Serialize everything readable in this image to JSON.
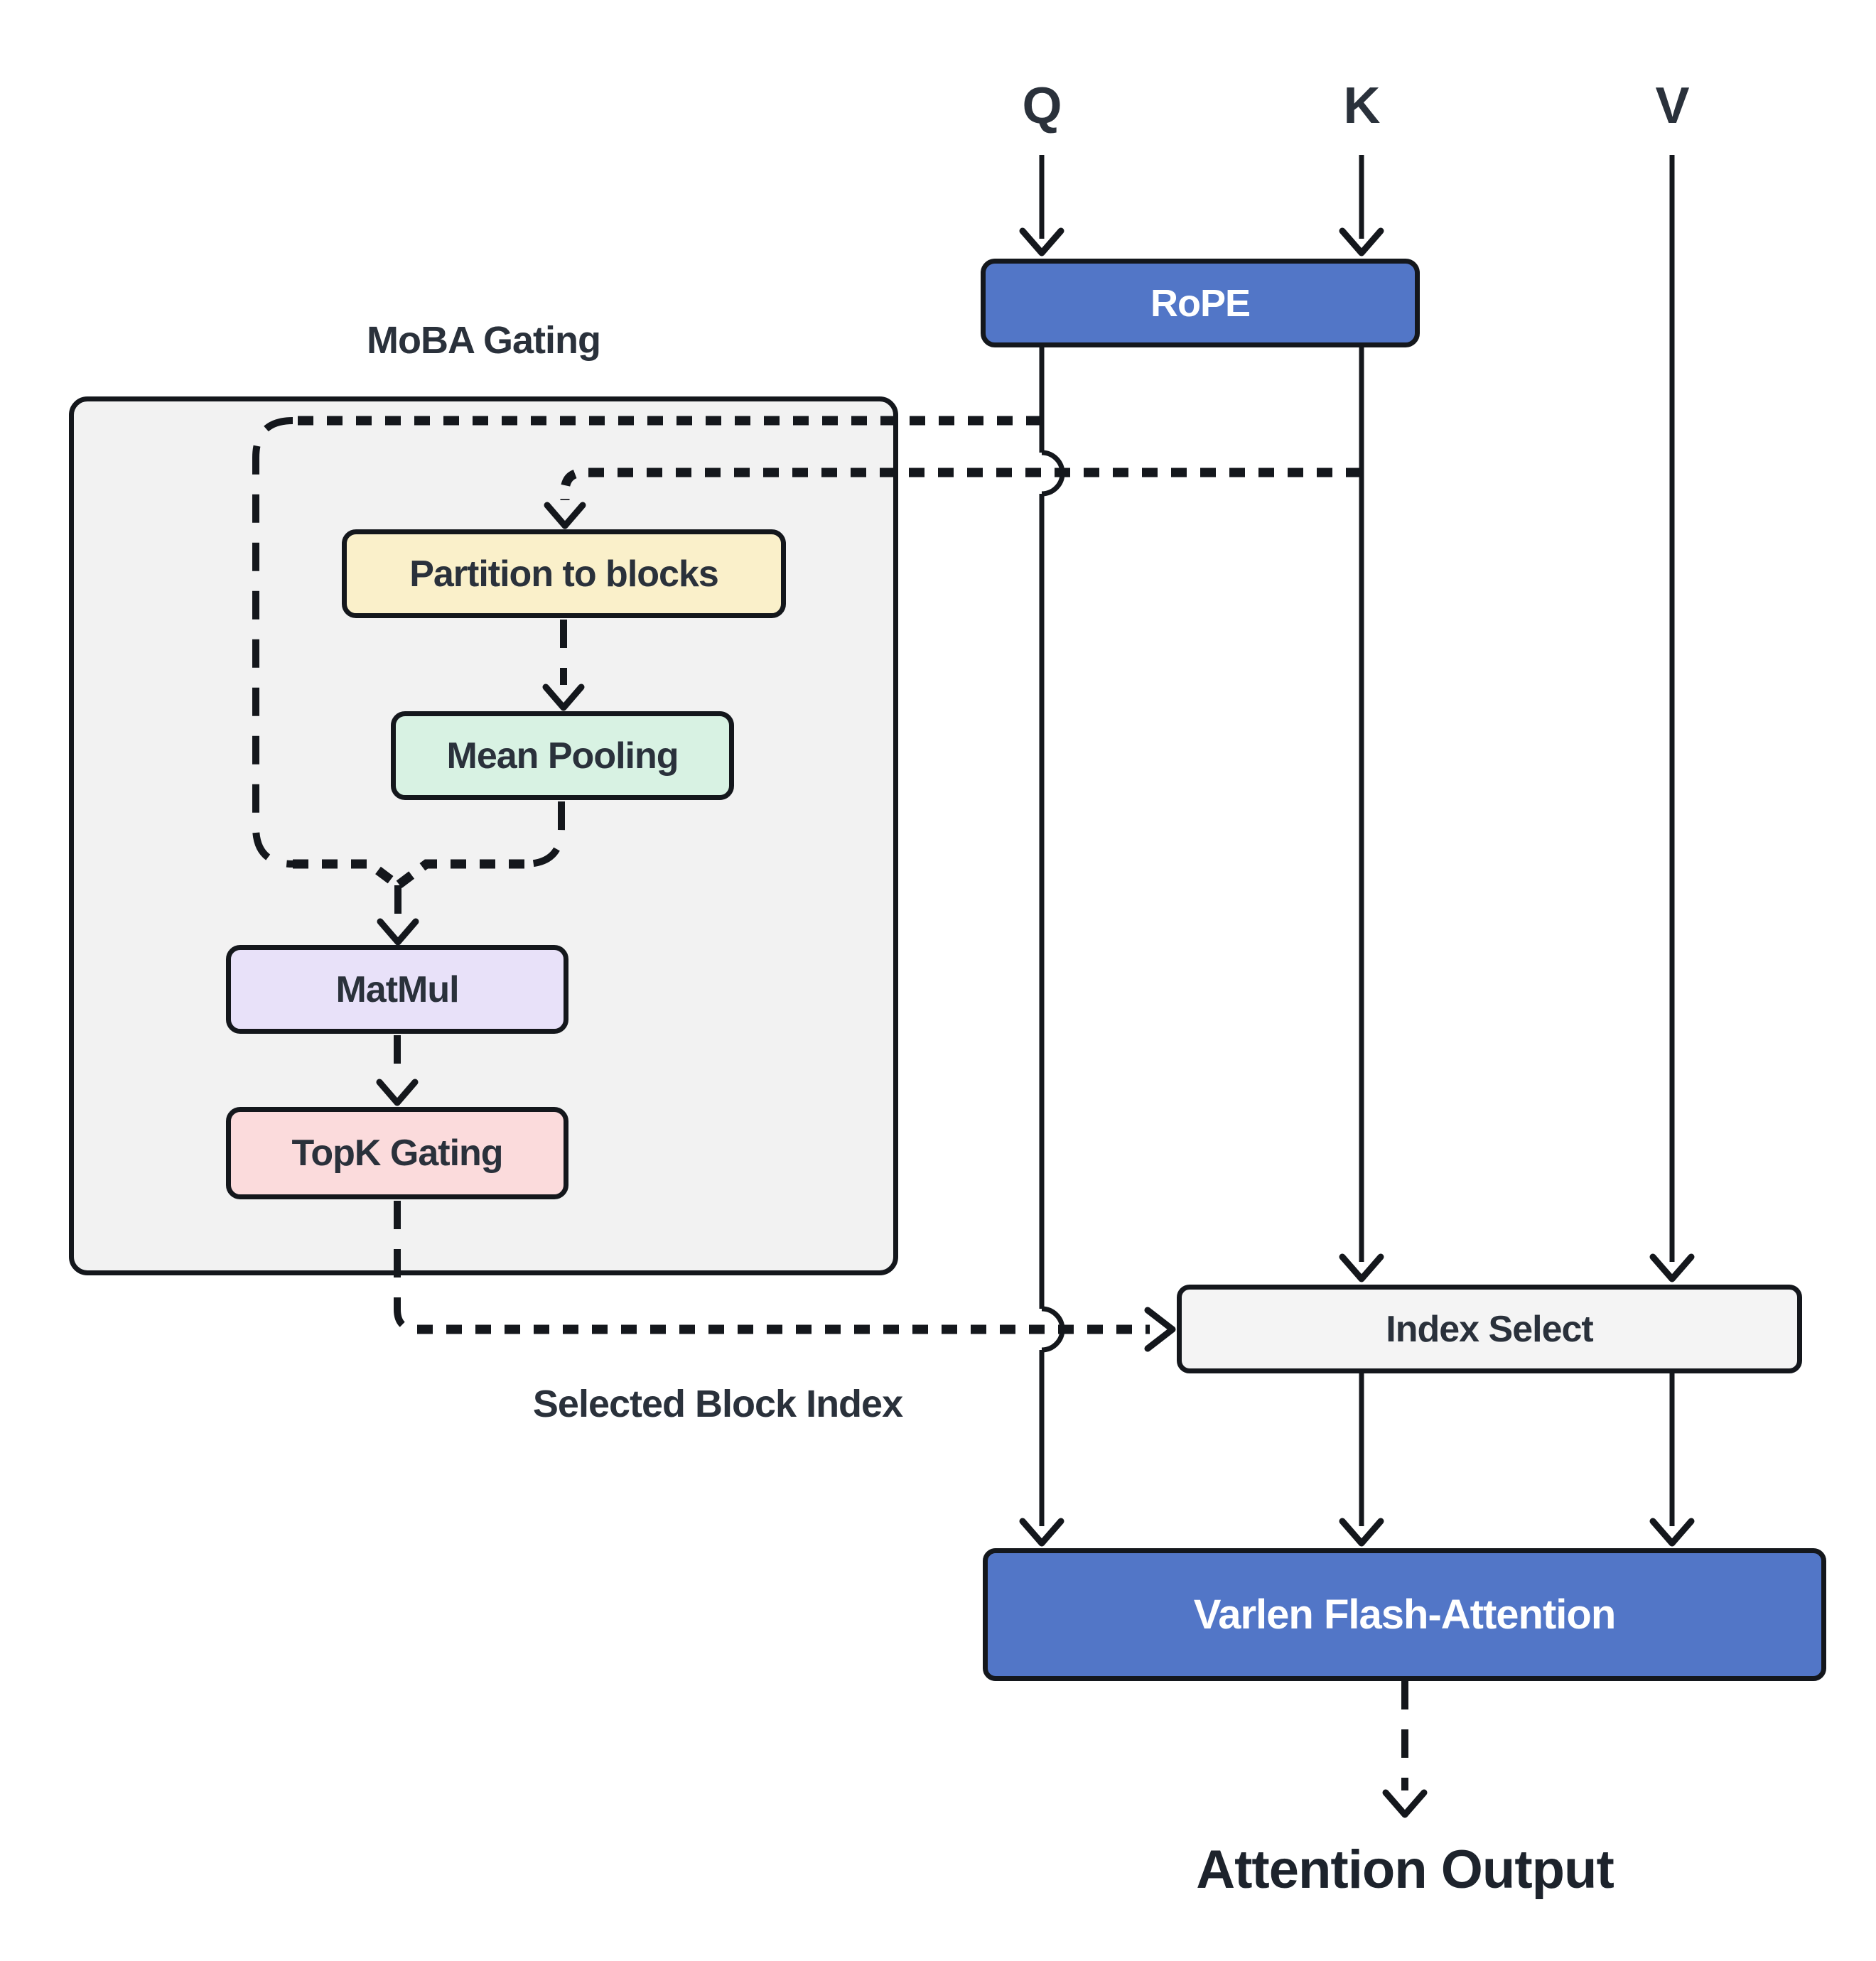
{
  "diagram": {
    "inputs": [
      {
        "id": "q",
        "label": "Q"
      },
      {
        "id": "k",
        "label": "K"
      },
      {
        "id": "v",
        "label": "V"
      }
    ],
    "container": {
      "label": "MoBA Gating"
    },
    "nodes": {
      "rope": {
        "label": "RoPE"
      },
      "partition": {
        "label": "Partition to blocks"
      },
      "mean_pooling": {
        "label": "Mean Pooling"
      },
      "matmul": {
        "label": "MatMul"
      },
      "topk_gating": {
        "label": "TopK Gating"
      },
      "index_select": {
        "label": "Index Select"
      },
      "varlen_flash_attention": {
        "label": "Varlen Flash-Attention"
      }
    },
    "edge_labels": {
      "selected_block_index": "Selected Block Index"
    },
    "output_label": "Attention Output"
  },
  "colors": {
    "blue": "#5276C7",
    "yellow": "#FAF0CA",
    "green": "#D8F2E3",
    "purple": "#E8E1F9",
    "pink": "#FBDBDC",
    "node_gray": "#F4F4F4",
    "container_gray": "#F2F2F2",
    "edge": "#14171C",
    "text_dark": "#2A313B",
    "text_light": "#FFFFFF"
  }
}
